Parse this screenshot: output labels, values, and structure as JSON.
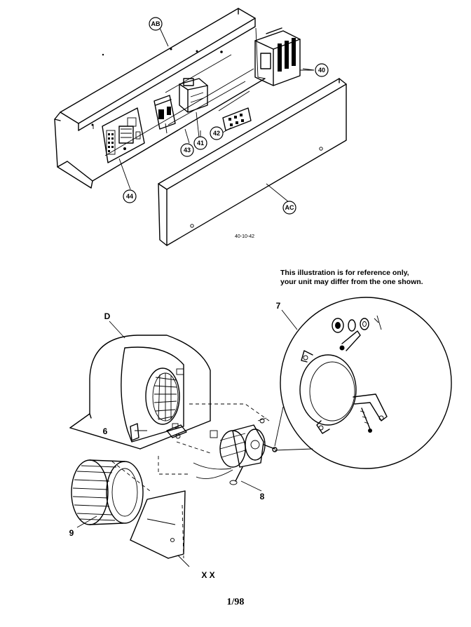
{
  "callouts": {
    "ab": "AB",
    "c40": "40",
    "c41": "41",
    "c42": "42",
    "c43": "43",
    "c44": "44",
    "ac": "AC",
    "d": "D",
    "c6": "6",
    "c7": "7",
    "c8": "8",
    "c9": "9",
    "xx": "X X"
  },
  "drawing_number": "40-10-42",
  "note": {
    "line1": "This illustration is for reference only,",
    "line2": "your unit may differ from the one shown."
  },
  "footer_date": "1/98"
}
